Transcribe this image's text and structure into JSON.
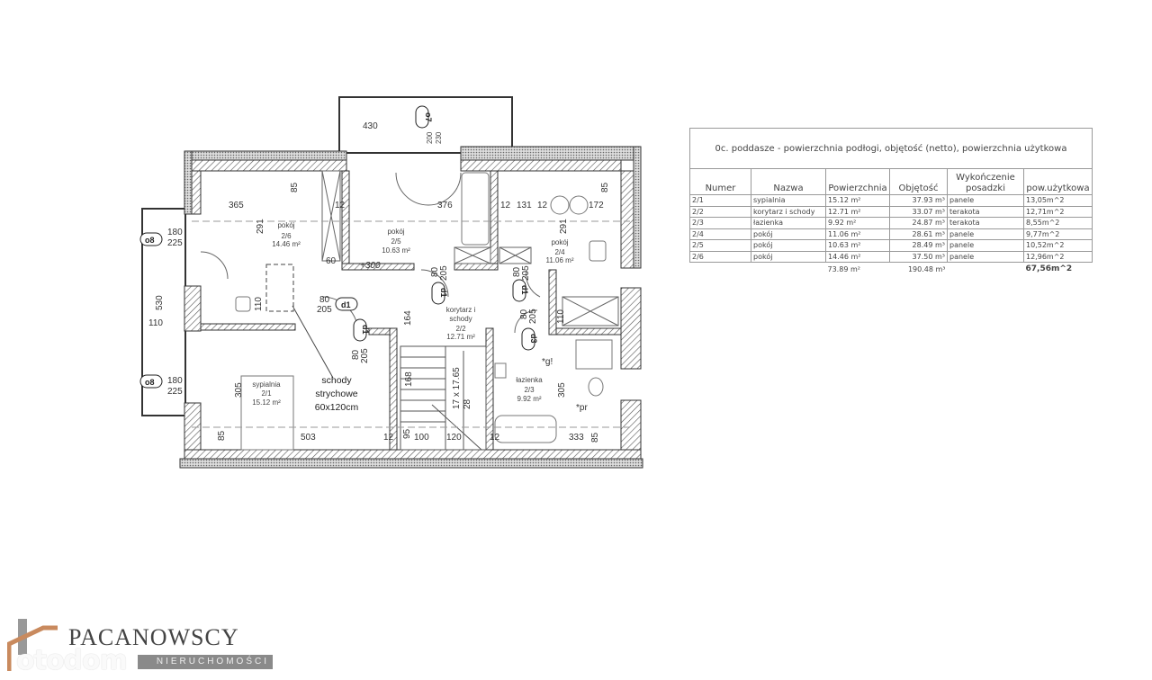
{
  "plan": {
    "rooms": [
      {
        "name": "pokój",
        "number": "2/6",
        "area": "14.46 m²"
      },
      {
        "name": "pokój",
        "number": "2/5",
        "area": "10.63 m²"
      },
      {
        "name": "pokój",
        "number": "2/4",
        "area": "11.06 m²"
      },
      {
        "name": "korytarz i",
        "name2": "schody",
        "number": "2/2",
        "area": "12.71 m²"
      },
      {
        "name": "sypialnia",
        "number": "2/1",
        "area": "15.12 m²"
      },
      {
        "name": "łazienka",
        "number": "2/3",
        "area": "9.92 m²"
      }
    ],
    "stairs_note": [
      "schody",
      "strychowe",
      "60x120cm"
    ],
    "stair_spec": "17 x 17.65",
    "tags": {
      "o7": "o7",
      "o8": "o8",
      "d1": "d1",
      "d3": "d3",
      "g": "*g!",
      "pr": "*pr"
    },
    "level_mark": "+300",
    "dims": {
      "d430": "430",
      "d200": "200",
      "d230": "230",
      "d365": "365",
      "d85": "85",
      "d12": "12",
      "d291": "291",
      "d376": "376",
      "d131": "131",
      "d172": "172",
      "d180": "180",
      "d225": "225",
      "d530": "530",
      "d110": "110",
      "d60": "60",
      "d80": "80",
      "d205": "205",
      "d164": "164",
      "d168": "168",
      "d28": "28",
      "d305": "305",
      "d503": "503",
      "d95": "95",
      "d100": "100",
      "d120": "120",
      "d333": "333"
    }
  },
  "table": {
    "title": "0c. poddasze - powierzchnia podłogi, objętość (netto), powierzchnia użytkowa",
    "headers": [
      "Numer",
      "Nazwa",
      "Powierzchnia",
      "Objętość",
      "Wykończenie posadzki",
      "pow.użytkowa"
    ],
    "rows": [
      [
        "2/1",
        "sypialnia",
        "15.12 m²",
        "37.93 m³",
        "panele",
        "13,05m^2"
      ],
      [
        "2/2",
        "korytarz i schody",
        "12.71 m²",
        "33.07 m³",
        "terakota",
        "12,71m^2"
      ],
      [
        "2/3",
        "łazienka",
        "9.92 m²",
        "24.87 m³",
        "terakota",
        "8,55m^2"
      ],
      [
        "2/4",
        "pokój",
        "11.06 m²",
        "28.61 m³",
        "panele",
        "9,77m^2"
      ],
      [
        "2/5",
        "pokój",
        "10.63 m²",
        "28.49 m³",
        "panele",
        "10,52m^2"
      ],
      [
        "2/6",
        "pokój",
        "14.46 m²",
        "37.50 m³",
        "panele",
        "12,96m^2"
      ]
    ],
    "totals": {
      "area": "73.89 m²",
      "volume": "190.48 m³",
      "usable": "67,56m^2"
    }
  },
  "logo": {
    "name": "PACANOWSCY",
    "sub": "NIERUCHOMOŚCI",
    "watermark": "otodom",
    "accent": "#c98a5e"
  }
}
